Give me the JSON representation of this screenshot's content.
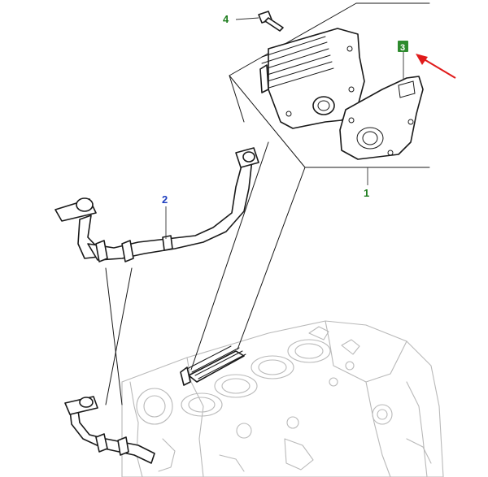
{
  "callouts": {
    "c1": {
      "label": "1",
      "color": "#1e7d1e"
    },
    "c2": {
      "label": "2",
      "color": "#1f3fbf"
    },
    "c3": {
      "label": "3",
      "color": "#ffffff",
      "box_color": "#2e8b2e"
    },
    "c4": {
      "label": "4",
      "color": "#1e7d1e"
    }
  },
  "arrow_color": "#e01b1b",
  "parts": {
    "p1": "oil-cooler-assembly",
    "p2": "coolant-hose",
    "p3": "gasket",
    "p4": "bolt"
  }
}
